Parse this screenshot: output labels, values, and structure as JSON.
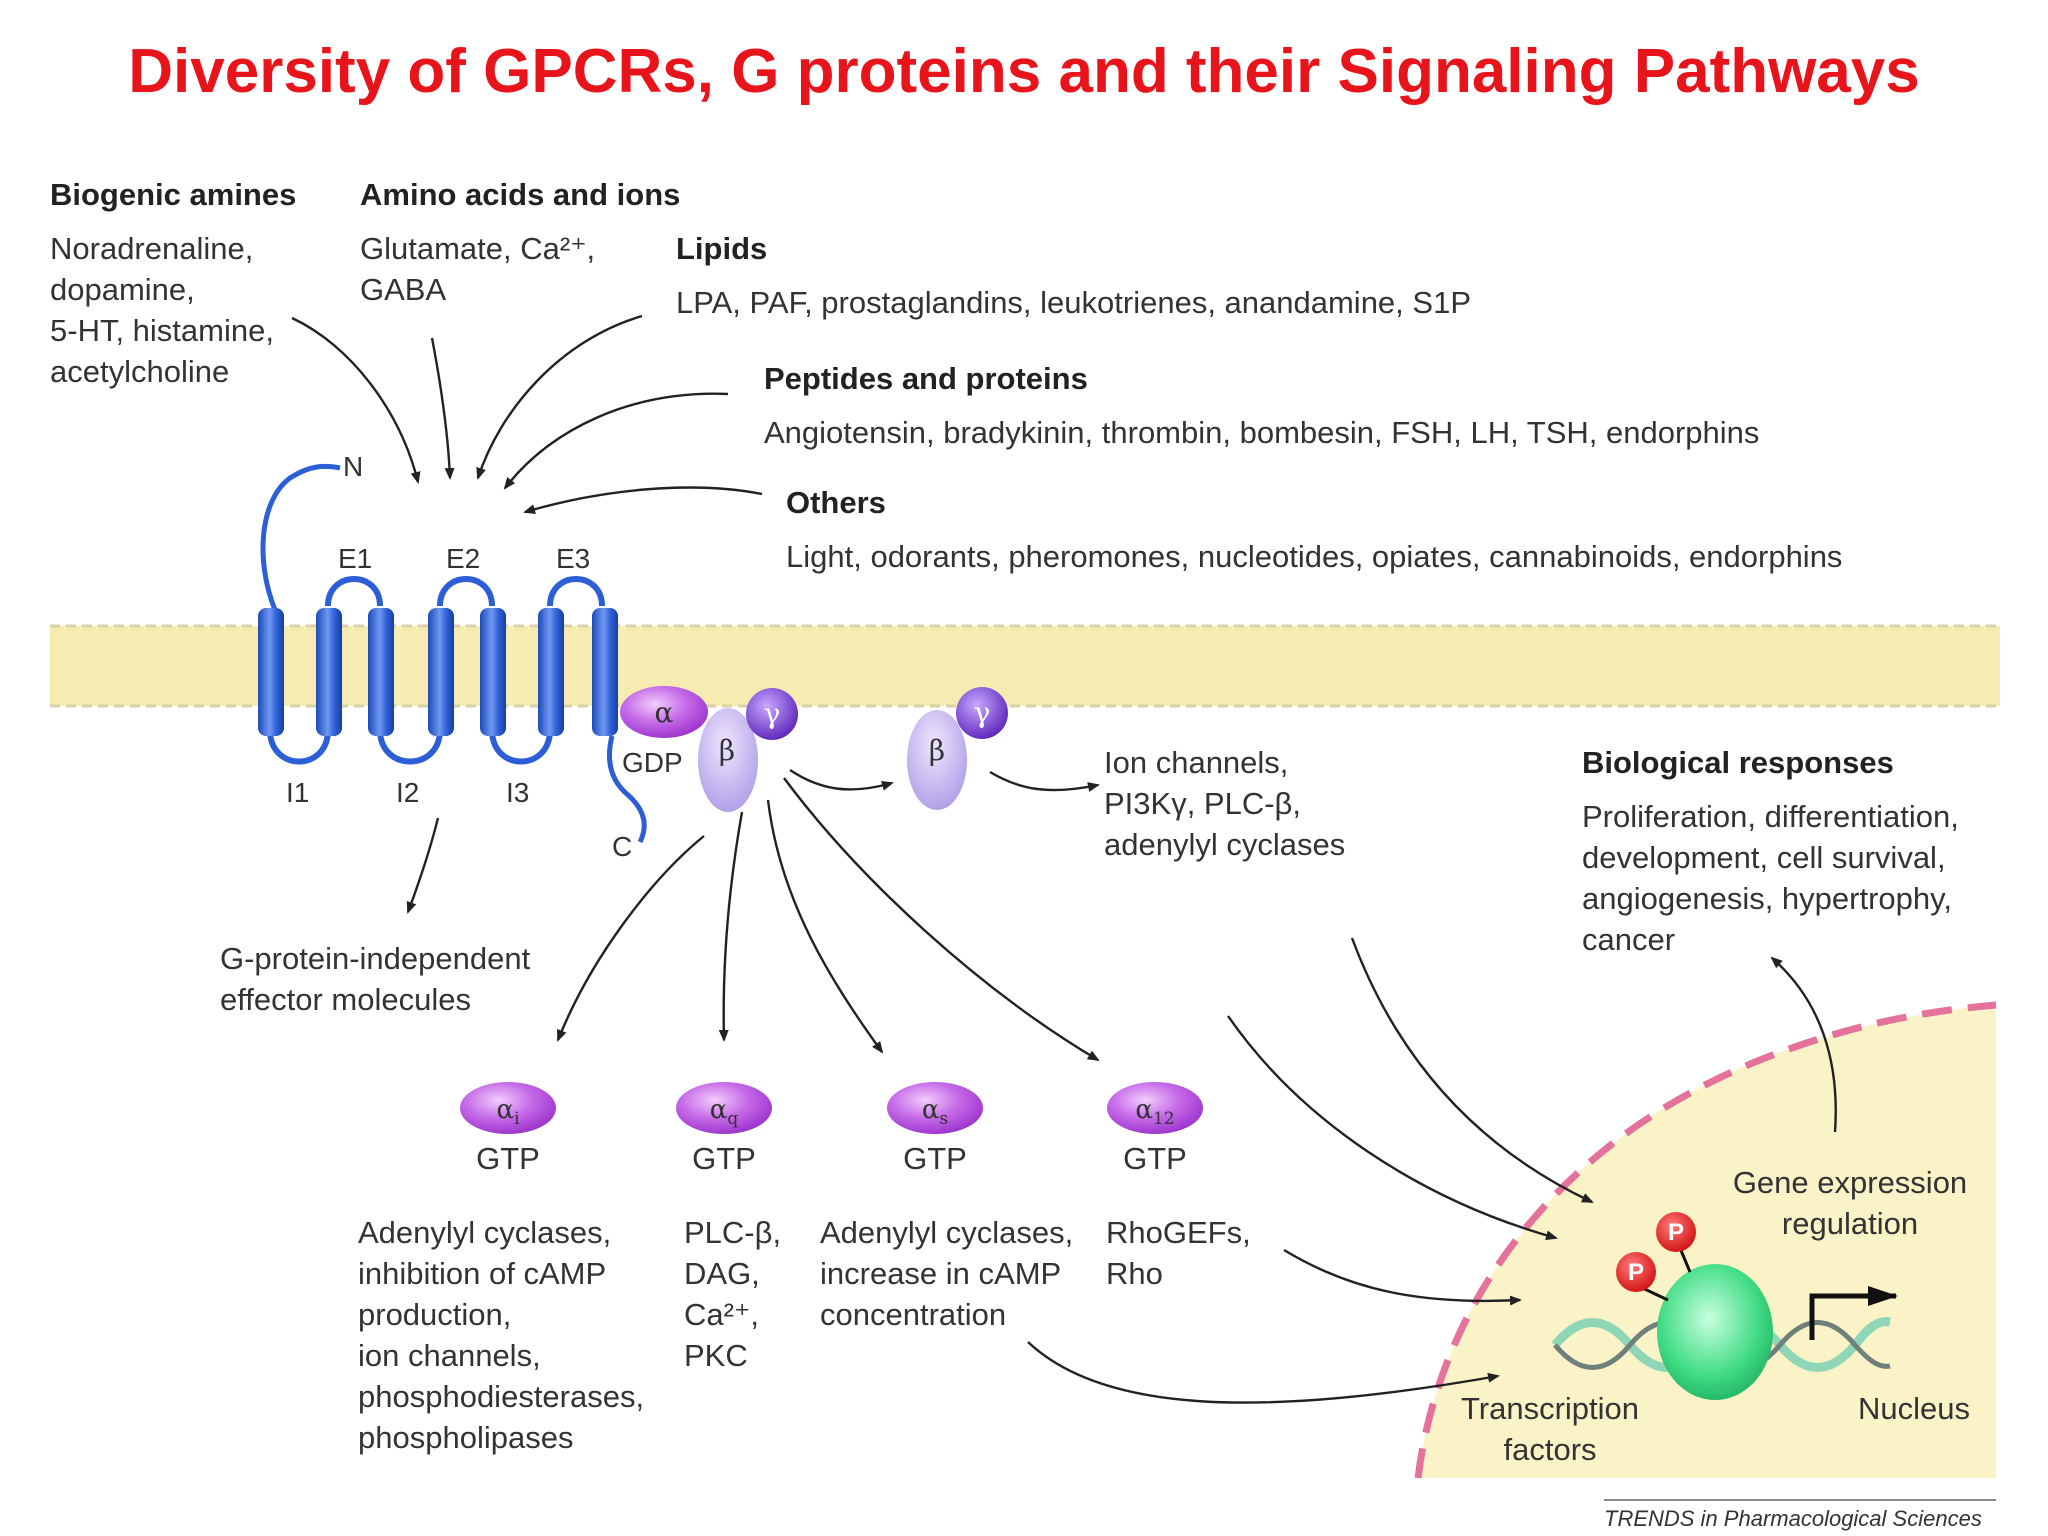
{
  "title": "Diversity of GPCRs, G proteins and their Signaling Pathways",
  "ligands": {
    "biogenic": {
      "heading": "Biogenic amines",
      "lines": [
        "Noradrenaline,",
        "dopamine,",
        "5-HT, histamine,",
        "acetylcholine"
      ]
    },
    "amino": {
      "heading": "Amino acids and ions",
      "lines": [
        "Glutamate, Ca²⁺,",
        "GABA"
      ]
    },
    "lipids": {
      "heading": "Lipids",
      "text": "LPA, PAF, prostaglandins, leukotrienes, anandamine, S1P"
    },
    "peptides": {
      "heading": "Peptides and proteins",
      "text": "Angiotensin, bradykinin, thrombin, bombesin, FSH, LH, TSH, endorphins"
    },
    "others": {
      "heading": "Others",
      "text": "Light, odorants, pheromones, nucleotides, opiates, cannabinoids, endorphins"
    }
  },
  "receptor": {
    "n_label": "N",
    "c_label": "C",
    "extracellular_loops": [
      "E1",
      "E2",
      "E3"
    ],
    "intracellular_loops": [
      "I1",
      "I2",
      "I3"
    ]
  },
  "gprotein": {
    "alpha": "α",
    "beta": "β",
    "gamma": "γ",
    "gdp": "GDP"
  },
  "beta_gamma_effectors": [
    "Ion channels,",
    "PI3Kγ, PLC-β,",
    "adenylyl cyclases"
  ],
  "independent": [
    "G-protein-independent",
    "effector molecules"
  ],
  "alpha_subunits": [
    {
      "label": "α",
      "sub": "i",
      "gtp": "GTP",
      "effects": [
        "Adenylyl cyclases,",
        "inhibition of cAMP",
        "production,",
        "ion channels,",
        "phosphodiesterases,",
        "phospholipases"
      ]
    },
    {
      "label": "α",
      "sub": "q",
      "gtp": "GTP",
      "effects": [
        "PLC-β,",
        "DAG,",
        "Ca²⁺,",
        "PKC"
      ]
    },
    {
      "label": "α",
      "sub": "s",
      "gtp": "GTP",
      "effects": [
        "Adenylyl cyclases,",
        "increase in cAMP",
        "concentration"
      ]
    },
    {
      "label": "α",
      "sub": "12",
      "gtp": "GTP",
      "effects": [
        "RhoGEFs,",
        "Rho"
      ]
    }
  ],
  "biological": {
    "heading": "Biological responses",
    "lines": [
      "Proliferation, differentiation,",
      "development, cell survival,",
      "angiogenesis, hypertrophy,",
      "cancer"
    ]
  },
  "nucleus": {
    "gene_expression": [
      "Gene expression",
      "regulation"
    ],
    "transcription": [
      "Transcription",
      "factors"
    ],
    "nucleus_label": "Nucleus",
    "phospho": "P"
  },
  "credit": "TRENDS in Pharmacological Sciences",
  "colors": {
    "title": "#e8141b",
    "membrane": "#f6ebb0",
    "receptor": "#2c5fd6",
    "alpha": "#b64fe0",
    "beta": "#c6b6ee",
    "gamma": "#7a3bd4",
    "nucleus_fill": "#fbf3c8",
    "nucleus_border": "#e5729a",
    "phospho": "#e41b1b",
    "tf": "#2fd27a"
  }
}
